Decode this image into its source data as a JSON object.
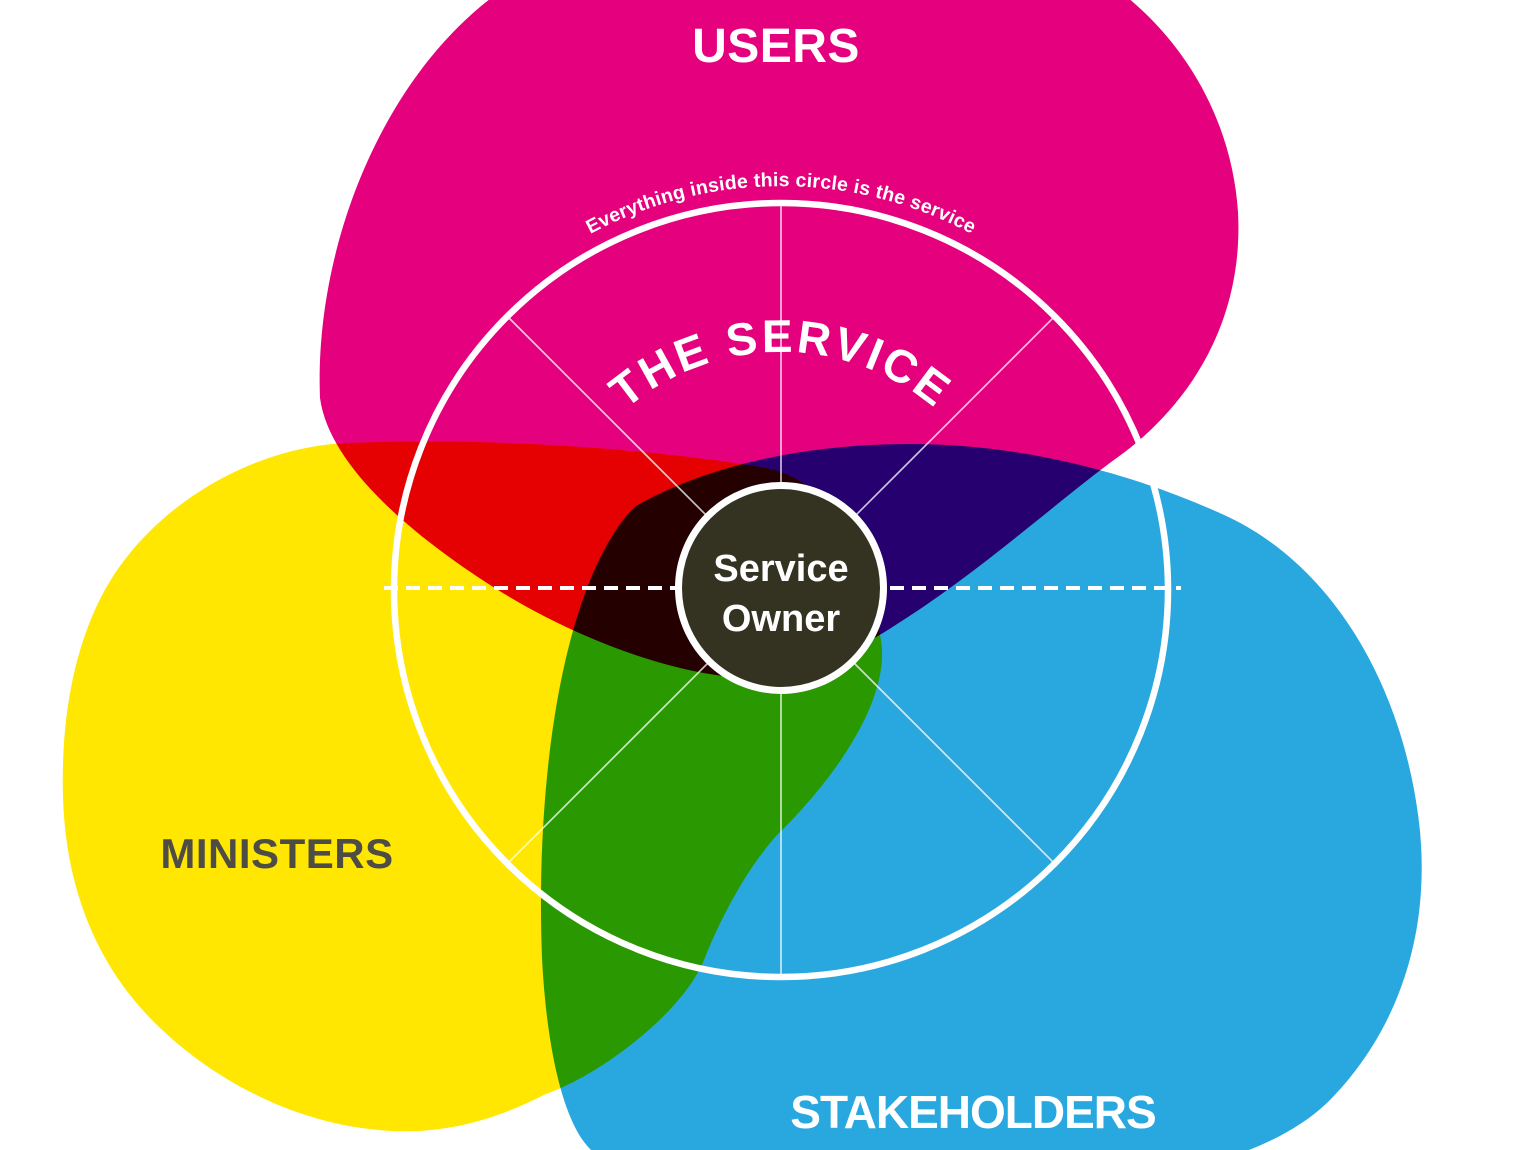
{
  "diagram": {
    "note_text": "Everything inside this circle is the service",
    "service_circle_label": "THE SERVICE",
    "center": {
      "line1": "Service",
      "line2": "Owner"
    },
    "groups": [
      {
        "id": "users",
        "label": "USERS",
        "color": "#e5007d",
        "label_color": "#ffffff"
      },
      {
        "id": "ministers",
        "label": "MINISTERS",
        "color": "#ffe701",
        "label_color": "#4d4d45"
      },
      {
        "id": "stakeholders",
        "label": "STAKEHOLDERS",
        "color": "#29a8e0",
        "label_color": "#ffffff"
      }
    ],
    "overlaps": {
      "users_ministers": "#e30613",
      "users_stakeholders": "#1b1a63",
      "ministers_stakeholders": "#0f9b2e",
      "all_three": "#0b0b0b"
    },
    "center_circle": {
      "fill": "#343321",
      "ring": "#ffffff"
    },
    "line_color": "#ffffff",
    "background": "#ffffff"
  }
}
